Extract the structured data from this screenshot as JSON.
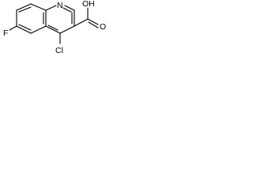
{
  "molecule": {
    "atoms": {
      "nitrogen": "N",
      "fluorine": "F",
      "chlorine": "Cl",
      "hydroxyl": "OH",
      "carbonyl_oxygen": "O"
    },
    "colors": {
      "bond": "#000000",
      "label": "#000000",
      "background": "#ffffff"
    }
  }
}
